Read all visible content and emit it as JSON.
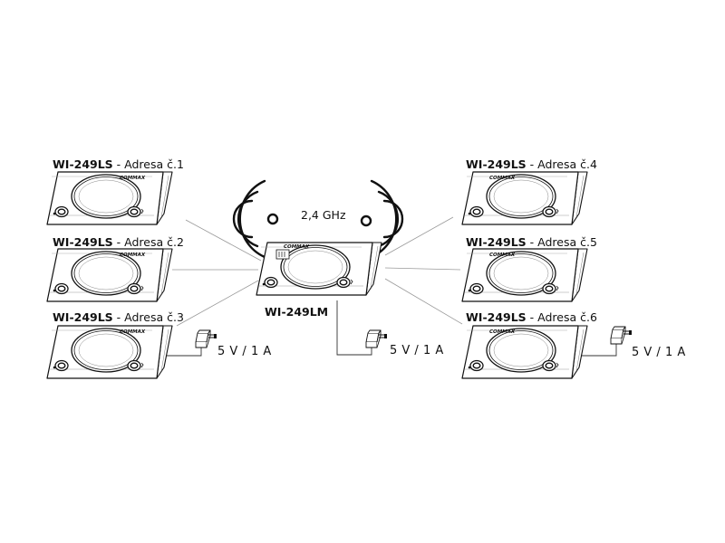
{
  "diagram": {
    "master": {
      "model": "WI-249LM",
      "psu_label": "5 V / 1 A"
    },
    "frequency": "2,4 GHz",
    "brand": "COMMAX",
    "slaves": [
      {
        "model": "WI-249LS",
        "address": " - Adresa č.1"
      },
      {
        "model": "WI-249LS",
        "address": " - Adresa č.2"
      },
      {
        "model": "WI-249LS",
        "address": " - Adresa č.3",
        "psu_label": "5 V / 1 A"
      },
      {
        "model": "WI-249LS",
        "address": " - Adresa č.4"
      },
      {
        "model": "WI-249LS",
        "address": " - Adresa č.5"
      },
      {
        "model": "WI-249LS",
        "address": " - Adresa č.6",
        "psu_label": "5 V / 1 A"
      }
    ]
  }
}
